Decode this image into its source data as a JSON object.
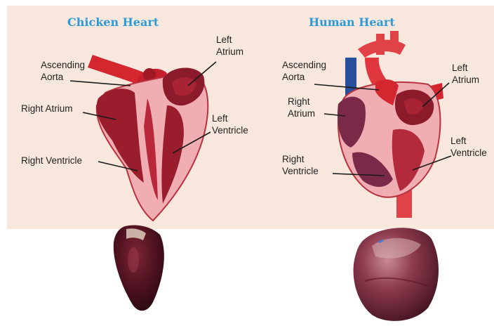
{
  "titles": {
    "chicken": "Chicken Heart",
    "human": "Human Heart"
  },
  "chicken_labels": {
    "left_atrium": [
      "Left",
      "Atrium"
    ],
    "ascending_aorta": [
      "Ascending",
      "Aorta"
    ],
    "right_atrium": "Right Atrium",
    "left_ventricle": [
      "Left",
      "Ventricle"
    ],
    "right_ventricle": "Right Ventricle"
  },
  "human_labels": {
    "ascending_aorta": [
      "Ascending",
      "Aorta"
    ],
    "left_atrium": [
      "Left",
      "Atrium"
    ],
    "right_atrium": [
      "Right",
      "Atrium"
    ],
    "left_ventricle": [
      "Left",
      "Ventricle"
    ],
    "right_ventricle": [
      "Right",
      "Ventricle"
    ]
  },
  "colors": {
    "panel_bg": "#f7e7dc",
    "title": "#2f9ad6",
    "vessel_red": "#e63a3f",
    "chamber_dark": "#8b1a2a",
    "outer_pink": "#f2b1b4",
    "human_purple": "#7a2a48",
    "vein_blue": "#2a4f9a"
  }
}
